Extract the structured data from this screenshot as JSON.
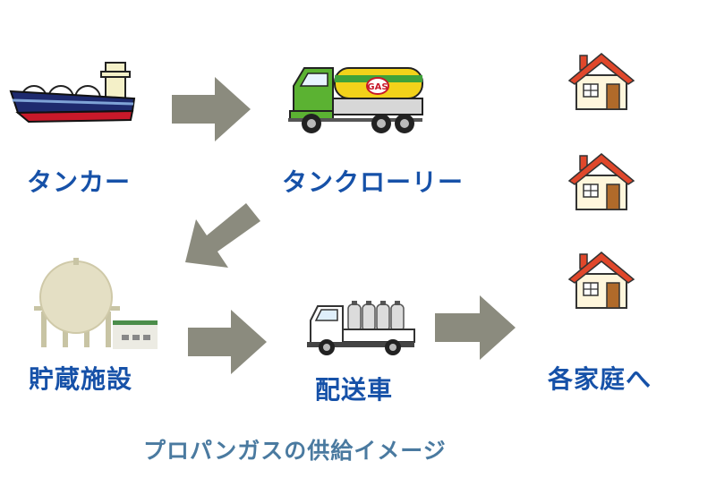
{
  "nodes": {
    "tanker": "タンカー",
    "tank_lorry": "タンクローリー",
    "storage": "貯蔵施設",
    "delivery": "配送車",
    "homes": "各家庭へ"
  },
  "truck_tank_text": "GAS",
  "caption": "プロパンガスの供給イメージ",
  "colors": {
    "label": "#1651a8",
    "caption": "#4a7aa0",
    "arrow": "#8b8b7e",
    "roof": "#e0472b",
    "lorry_cab": "#5bb232",
    "tank_yellow": "#f2d21a"
  },
  "icons": [
    "ship-icon",
    "tank-lorry-icon",
    "house-icon",
    "storage-tank-icon",
    "delivery-truck-icon",
    "arrow-icon"
  ]
}
